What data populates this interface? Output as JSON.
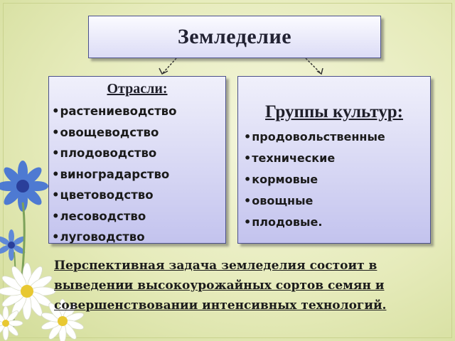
{
  "title": "Земледелие",
  "branches": {
    "heading": "Отрасли:",
    "items": [
      "растениеводство",
      "овощеводство",
      "плодоводство",
      "виноградарство",
      "цветоводство",
      "лесоводство",
      "луговодство"
    ]
  },
  "crop_groups": {
    "heading": "Группы культур:",
    "items": [
      "продовольственные",
      "технические",
      "кормовые",
      "овощные",
      "плодовые."
    ]
  },
  "conclusion": {
    "lines": [
      "Перспективная задача земледелия состоит в",
      "выведении высокоурожайных сортов семян и",
      "совершенствовании интенсивных технологий."
    ]
  },
  "decoration": [
    "cornflower-icon",
    "chamomile-icon"
  ]
}
